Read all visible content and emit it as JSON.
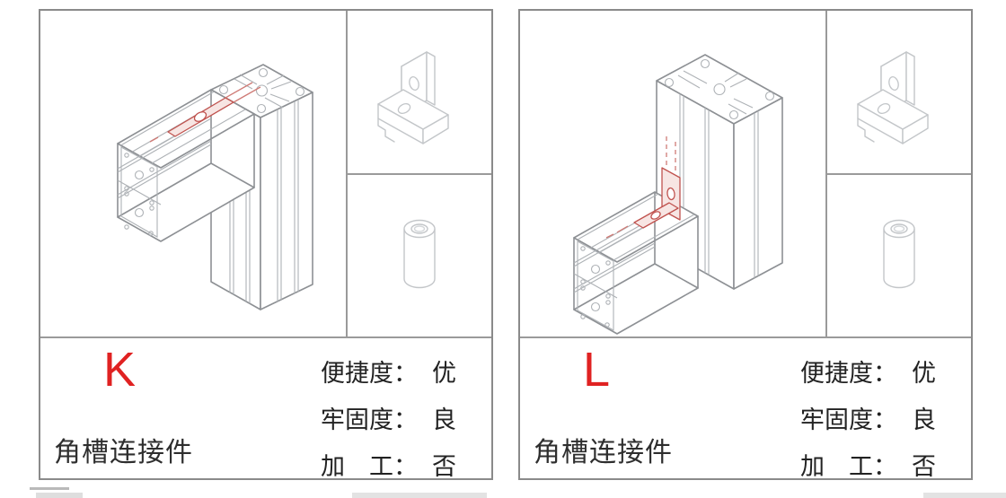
{
  "colors": {
    "accent_red": "#e02222",
    "connector_red": "#c0524e",
    "connector_fill": "#f7e5e3",
    "panel_border_gray": "#8a8a8a",
    "divider_gray": "#9a9a9a",
    "drawing_gray": "#8d9094",
    "drawing_detail_gray": "#aeb2b6",
    "side_drawing_gray": "#c3c6c9",
    "text_dark": "#2e2e2e"
  },
  "colon": "：",
  "panels": [
    {
      "letter": "K",
      "name": "角槽连接件",
      "attributes": [
        {
          "label": "便捷度",
          "value": "优"
        },
        {
          "label": "牢固度",
          "value": "良"
        },
        {
          "label": "加　工",
          "value": "否"
        }
      ]
    },
    {
      "letter": "L",
      "name": "角槽连接件",
      "attributes": [
        {
          "label": "便捷度",
          "value": "优"
        },
        {
          "label": "牢固度",
          "value": "良"
        },
        {
          "label": "加　工",
          "value": "否"
        }
      ]
    }
  ]
}
